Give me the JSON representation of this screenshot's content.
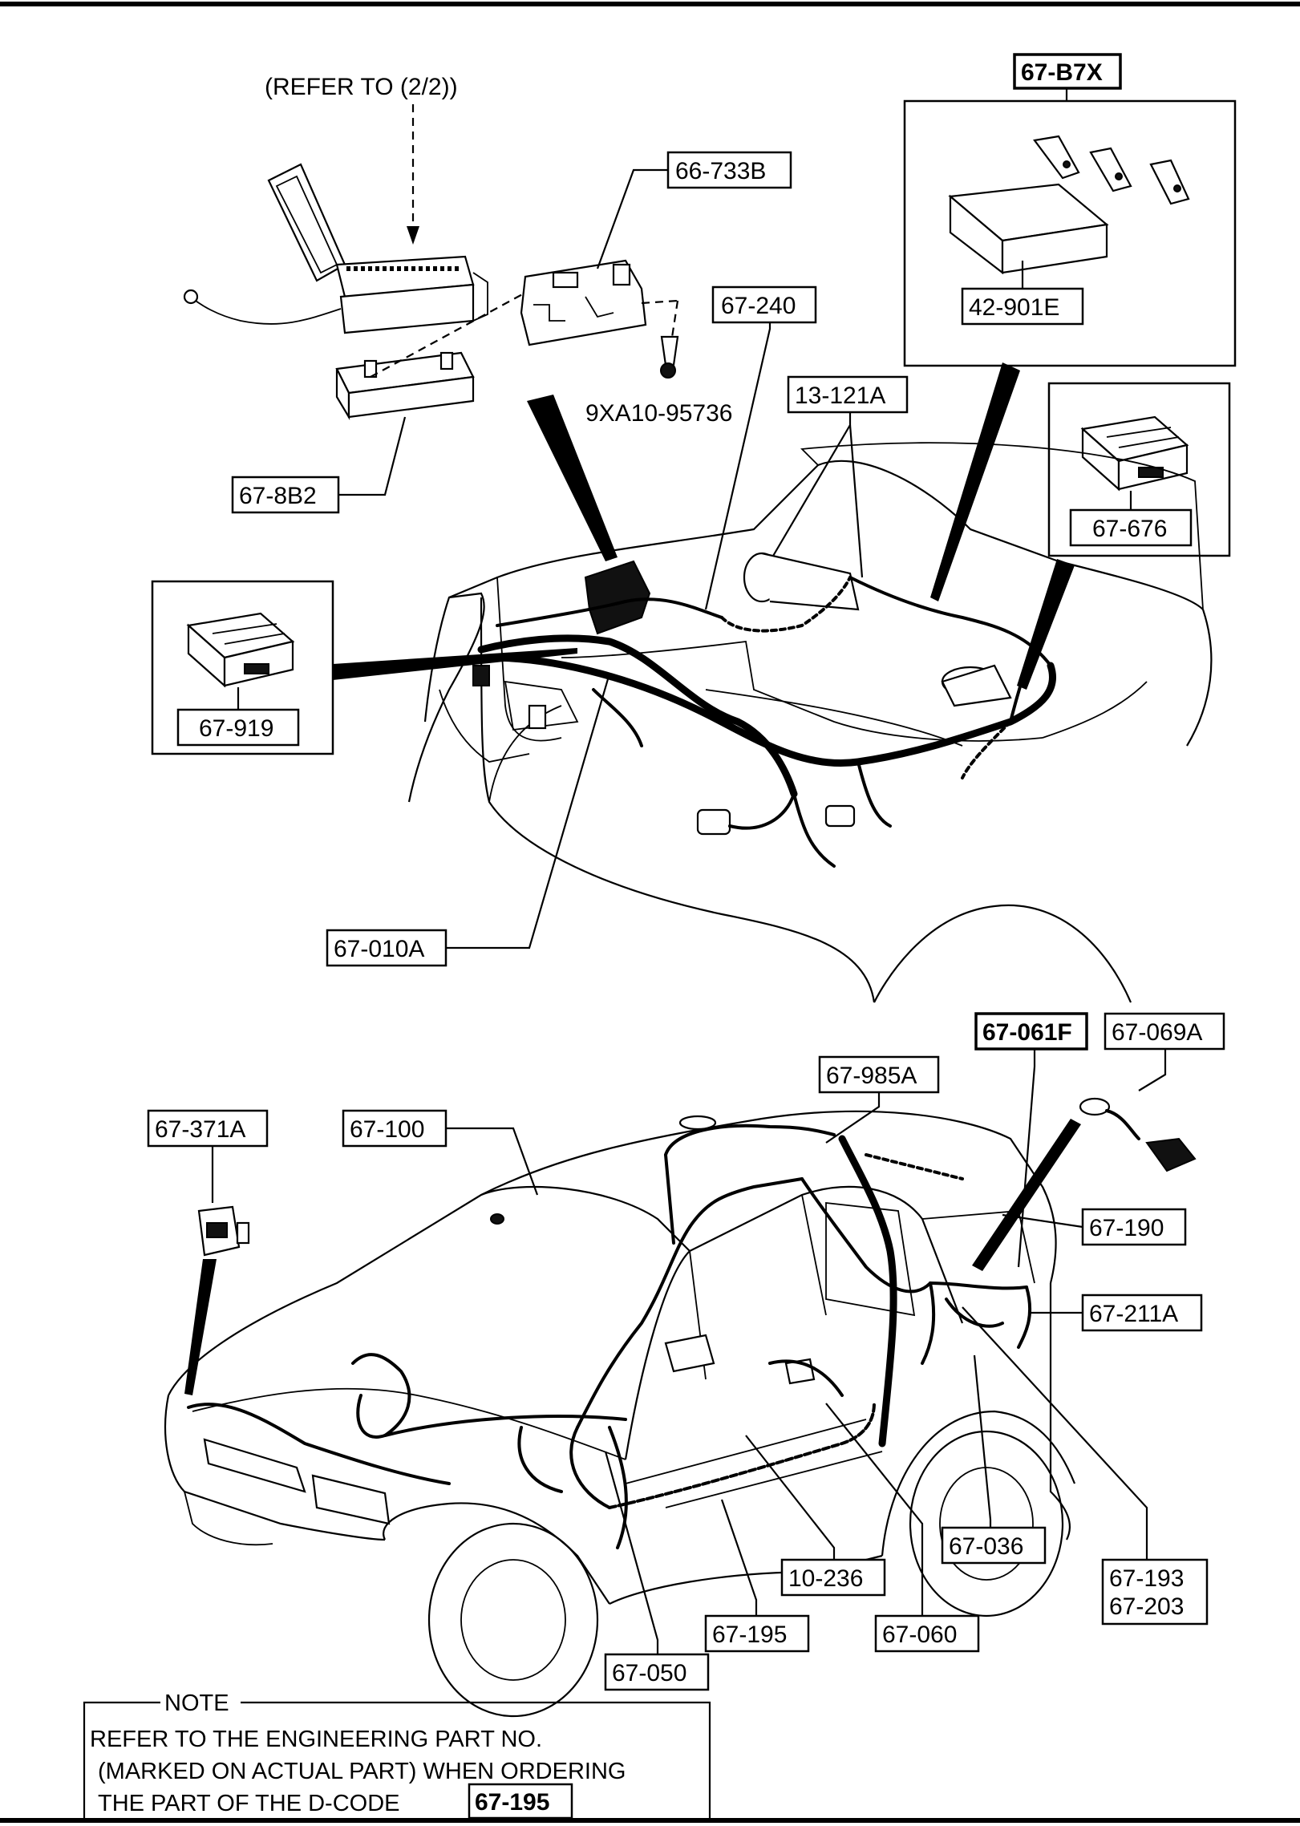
{
  "refer_label": "(REFER TO (2/2))",
  "screw_part": "9XA10-95736",
  "parts": {
    "p_67_B7X": "67-B7X",
    "p_66_733B": "66-733B",
    "p_42_901E": "42-901E",
    "p_67_240": "67-240",
    "p_13_121A": "13-121A",
    "p_67_8B2": "67-8B2",
    "p_67_676": "67-676",
    "p_67_919": "67-919",
    "p_67_010A": "67-010A",
    "p_67_061F": "67-061F",
    "p_67_069A": "67-069A",
    "p_67_985A": "67-985A",
    "p_67_371A": "67-371A",
    "p_67_100": "67-100",
    "p_67_190": "67-190",
    "p_67_211A": "67-211A",
    "p_67_036": "67-036",
    "p_67_193": "67-193",
    "p_67_203": "67-203",
    "p_10_236": "10-236",
    "p_67_060": "67-060",
    "p_67_195": "67-195",
    "p_67_050": "67-050"
  },
  "note": {
    "title": "NOTE",
    "line1": "REFER TO THE ENGINEERING PART NO.",
    "line2": "(MARKED ON ACTUAL PART) WHEN ORDERING",
    "line3": "THE PART OF THE D-CODE",
    "code": "67-195"
  }
}
